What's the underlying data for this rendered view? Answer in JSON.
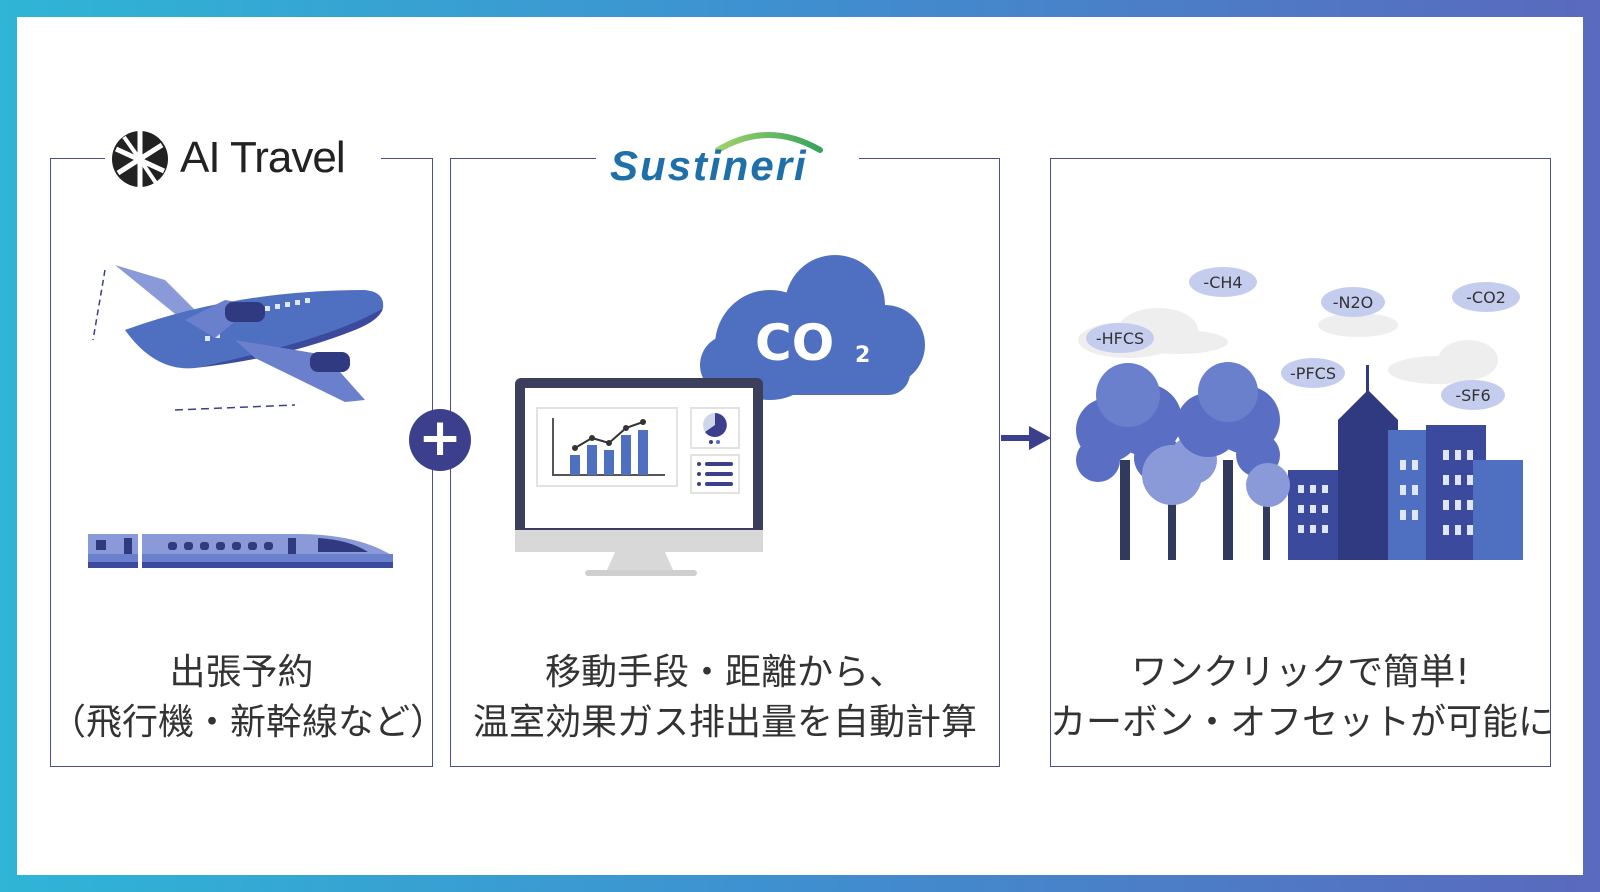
{
  "logos": {
    "ai_travel": "AI Travel",
    "sustineri": "Sustineri"
  },
  "connectors": {
    "plus": "+"
  },
  "cards": [
    {
      "line1": "出張予約",
      "line2": "（飛行機・新幹線など）"
    },
    {
      "line1": "移動手段・距離から、",
      "line2": "温室効果ガス排出量を自動計算"
    },
    {
      "line1": "ワンクリックで簡単!",
      "line2": "カーボン・オフセットが可能に"
    }
  ],
  "co2_label": {
    "main": "CO",
    "sub": "2"
  },
  "gas_tags": [
    "-CH4",
    "-N2O",
    "-CO2",
    "-HFCS",
    "-PFCS",
    "-SF6"
  ],
  "colors": {
    "frame_left": "#2fb5d6",
    "frame_right": "#5a69bd",
    "navy": "#3b3f8c",
    "blue": "#4f6fc0",
    "periwinkle": "#8a9ad8"
  }
}
